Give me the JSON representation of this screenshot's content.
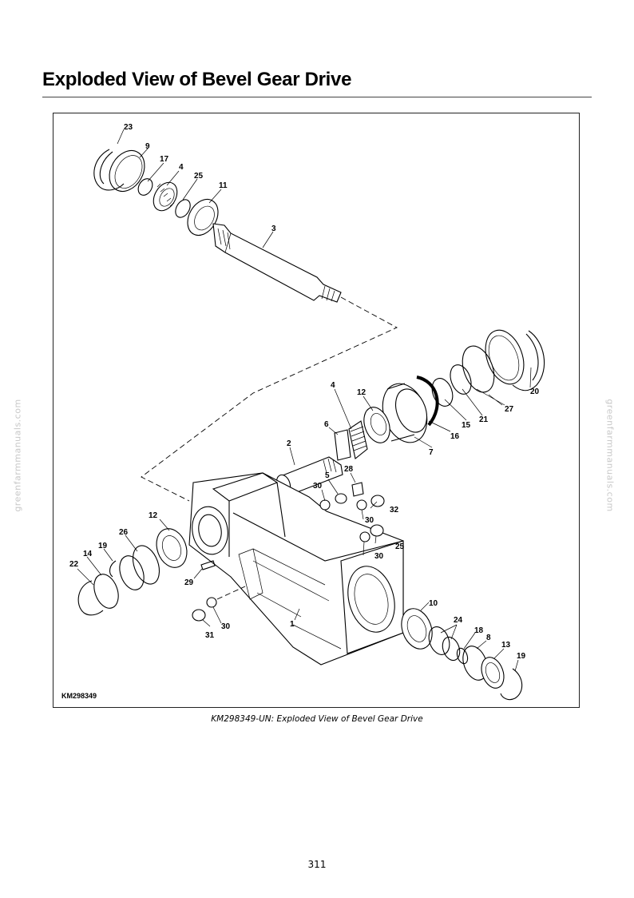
{
  "page": {
    "title": "Exploded View of Bevel Gear Drive",
    "caption": "KM298349-UN: Exploded View of Bevel Gear Drive",
    "page_number": "311",
    "watermark": "greenfarmmanuals.com"
  },
  "figure": {
    "id": "KM298349",
    "callouts": {
      "c23": "23",
      "c9": "9",
      "c17": "17",
      "c4a": "4",
      "c25a": "25",
      "c11": "11",
      "c3": "3",
      "c20": "20",
      "c27": "27",
      "c21": "21",
      "c15": "15",
      "c16": "16",
      "c7": "7",
      "c12a": "12",
      "c4b": "4",
      "c6": "6",
      "c2": "2",
      "c28": "28",
      "c5": "5",
      "c30a": "30",
      "c30b": "30",
      "c32": "32",
      "c25b": "25",
      "c30c": "30",
      "c12b": "12",
      "c26": "26",
      "c19a": "19",
      "c14": "14",
      "c22": "22",
      "c29": "29",
      "c31": "31",
      "c30d": "30",
      "c1": "1",
      "c10": "10",
      "c24": "24",
      "c18": "18",
      "c8": "8",
      "c13": "13",
      "c19b": "19"
    }
  }
}
